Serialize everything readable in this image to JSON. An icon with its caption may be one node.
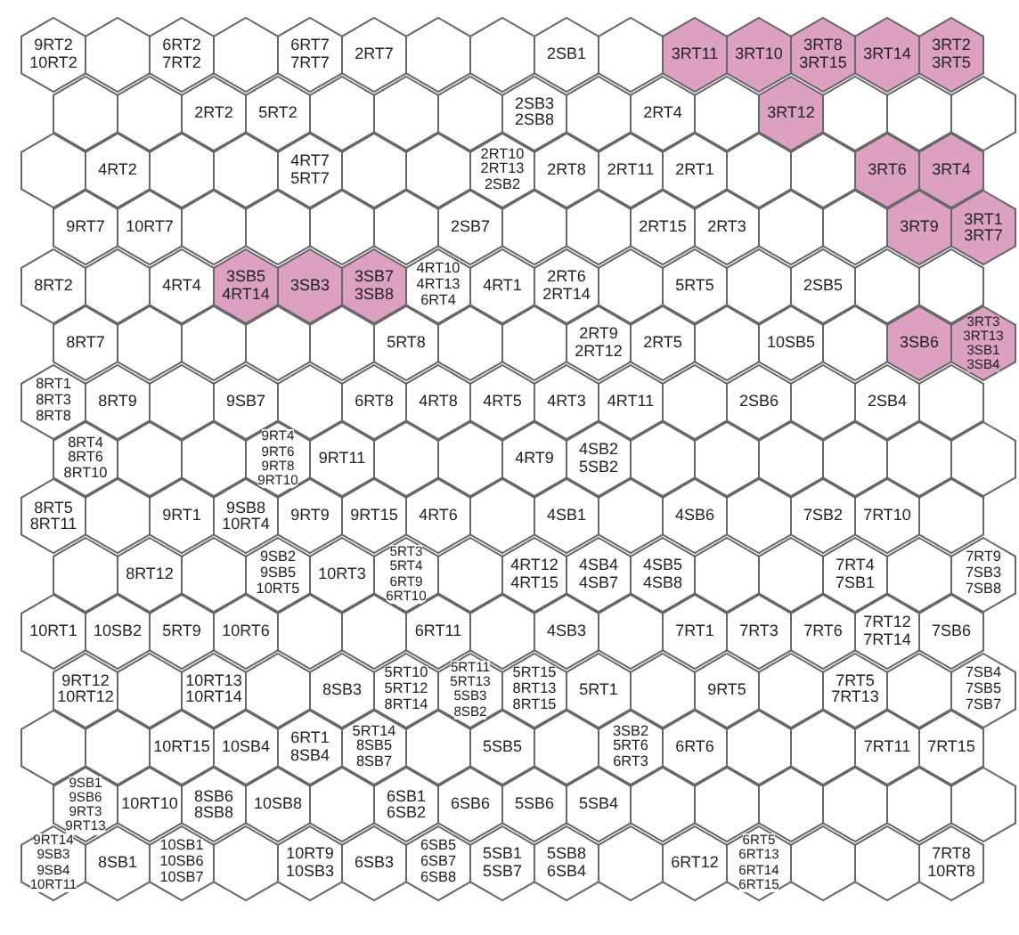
{
  "diagram": {
    "nodes": [
      {
        "text": [
          "9RT2",
          "10RT2"
        ]
      },
      {
        "text": [],
        "shape": "hexagon"
      },
      {
        "text": [
          "6RT2",
          "7RT2"
        ]
      },
      {
        "text": [],
        "shape": "hexagon"
      },
      {
        "text": [
          "6RT7",
          "7RT7"
        ]
      },
      {
        "text": [
          "2RT7"
        ]
      },
      {
        "text": [],
        "shape": "hexagon"
      },
      {
        "text": [],
        "shape": "hexagon"
      },
      {
        "text": [
          "2SB1"
        ]
      },
      {
        "text": [],
        "shape": "hexagon"
      },
      {
        "text": [
          "3RT11"
        ]
      },
      {
        "text": [
          "3RT10"
        ]
      },
      {
        "text": [
          "3RT8",
          "3RT15"
        ]
      },
      {
        "text": [
          "3RT14"
        ]
      },
      {
        "text": [
          "3RT2",
          "3RT5"
        ]
      },
      {
        "text": [],
        "shape": "hexagon"
      },
      {
        "text": [],
        "shape": "hexagon"
      },
      {
        "text": [
          "2RT2"
        ]
      },
      {
        "text": [
          "5RT2"
        ]
      },
      {
        "text": [],
        "shape": "hexagon"
      },
      {
        "text": [],
        "shape": "hexagon"
      },
      {
        "text": [],
        "shape": "hexagon"
      },
      {
        "text": [
          "2SB3",
          "2SB8"
        ]
      },
      {
        "text": [],
        "shape": "hexagon"
      },
      {
        "text": [
          "2RT4"
        ]
      },
      {
        "text": [],
        "shape": "hexagon"
      },
      {
        "text": [
          "3RT12"
        ]
      },
      {
        "text": [],
        "shape": "hexagon"
      },
      {
        "text": [],
        "shape": "hexagon"
      },
      {
        "text": [],
        "shape": "hexagon"
      },
      {
        "text": [],
        "shape": "hexagon"
      },
      {
        "text": [
          "4RT2"
        ]
      },
      {
        "text": [],
        "shape": "hexagon"
      },
      {
        "text": [],
        "shape": "hexagon"
      },
      {
        "text": [
          "4RT7",
          "5RT7"
        ]
      },
      {
        "text": [],
        "shape": "hexagon"
      },
      {
        "text": [],
        "shape": "hexagon"
      },
      {
        "text": [
          "2RT10",
          "2RT13",
          "2SB2"
        ]
      },
      {
        "text": [
          "2RT8"
        ]
      },
      {
        "text": [
          "2RT11"
        ]
      },
      {
        "text": [
          "2RT1"
        ]
      },
      {
        "text": [],
        "shape": "hexagon"
      },
      {
        "text": [],
        "shape": "hexagon"
      },
      {
        "text": [
          "3RT6"
        ]
      },
      {
        "text": [
          "3RT4"
        ]
      },
      {
        "text": [
          "9RT7"
        ]
      },
      {
        "text": [
          "10RT7"
        ]
      },
      {
        "text": [],
        "shape": "hexagon"
      },
      {
        "text": [],
        "shape": "hexagon"
      },
      {
        "text": [],
        "shape": "hexagon"
      },
      {
        "text": [],
        "shape": "hexagon"
      },
      {
        "text": [
          "2SB7"
        ]
      },
      {
        "text": [],
        "shape": "hexagon"
      },
      {
        "text": [],
        "shape": "hexagon"
      },
      {
        "text": [
          "2RT15"
        ]
      },
      {
        "text": [
          "2RT3"
        ]
      },
      {
        "text": [],
        "shape": "hexagon"
      },
      {
        "text": [],
        "shape": "hexagon"
      },
      {
        "text": [
          "3RT9"
        ]
      },
      {
        "text": [
          "3RT1",
          "3RT7"
        ]
      },
      {
        "text": [
          "8RT2"
        ]
      },
      {
        "text": [],
        "shape": "hexagon"
      },
      {
        "text": [
          "4RT4"
        ]
      },
      {
        "text": [
          "3SB5",
          "4RT14"
        ]
      },
      {
        "text": [
          "3SB3"
        ]
      },
      {
        "text": [
          "3SB7",
          "3SB8"
        ]
      },
      {
        "text": [
          "4RT10",
          "4RT13",
          "6RT4"
        ]
      },
      {
        "text": [
          "4RT1"
        ]
      },
      {
        "text": [
          "2RT6",
          "2RT14"
        ]
      },
      {
        "text": [],
        "shape": "hexagon"
      },
      {
        "text": [
          "5RT5"
        ]
      },
      {
        "text": [],
        "shape": "hexagon"
      },
      {
        "text": [
          "2SB5"
        ]
      },
      {
        "text": [],
        "shape": "hexagon"
      },
      {
        "text": [],
        "shape": "hexagon"
      },
      {
        "text": [
          "8RT7"
        ]
      },
      {
        "text": [],
        "shape": "hexagon"
      },
      {
        "text": [],
        "shape": "hexagon"
      },
      {
        "text": [],
        "shape": "hexagon"
      },
      {
        "text": [],
        "shape": "hexagon"
      },
      {
        "text": [
          "5RT8"
        ]
      },
      {
        "text": [],
        "shape": "hexagon"
      },
      {
        "text": [],
        "shape": "hexagon"
      },
      {
        "text": [
          "2RT9",
          "2RT12"
        ]
      },
      {
        "text": [
          "2RT5"
        ]
      },
      {
        "text": [],
        "shape": "hexagon"
      },
      {
        "text": [
          "10SB5"
        ]
      },
      {
        "text": [],
        "shape": "hexagon"
      },
      {
        "text": [
          "3SB6"
        ]
      },
      {
        "text": [
          "3RT3",
          "3RT13",
          "3SB1",
          "3SB4"
        ]
      },
      {
        "text": [
          "8RT1",
          "8RT3",
          "8RT8"
        ]
      },
      {
        "text": [
          "8RT9"
        ]
      },
      {
        "text": [],
        "shape": "hexagon"
      },
      {
        "text": [
          "9SB7"
        ]
      },
      {
        "text": [],
        "shape": "hexagon"
      },
      {
        "text": [
          "6RT8"
        ]
      },
      {
        "text": [
          "4RT8"
        ]
      },
      {
        "text": [
          "4RT5"
        ]
      },
      {
        "text": [
          "4RT3"
        ]
      },
      {
        "text": [
          "4RT11"
        ]
      },
      {
        "text": [],
        "shape": "hexagon"
      },
      {
        "text": [
          "2SB6"
        ]
      },
      {
        "text": [],
        "shape": "hexagon"
      },
      {
        "text": [
          "2SB4"
        ]
      },
      {
        "text": [],
        "shape": "hexagon"
      },
      {
        "text": [
          "8RT4",
          "8RT6",
          "8RT10"
        ]
      },
      {
        "text": [],
        "shape": "hexagon"
      },
      {
        "text": [],
        "shape": "hexagon"
      },
      {
        "text": [
          "9RT4",
          "9RT6",
          "9RT8",
          "9RT10"
        ]
      },
      {
        "text": [
          "9RT11"
        ]
      },
      {
        "text": [],
        "shape": "hexagon"
      },
      {
        "text": [],
        "shape": "hexagon"
      },
      {
        "text": [
          "4RT9"
        ]
      },
      {
        "text": [
          "4SB2",
          "5SB2"
        ]
      },
      {
        "text": [],
        "shape": "hexagon"
      },
      {
        "text": [],
        "shape": "hexagon"
      },
      {
        "text": [],
        "shape": "hexagon"
      },
      {
        "text": [],
        "shape": "hexagon"
      },
      {
        "text": [],
        "shape": "hexagon"
      },
      {
        "text": [],
        "shape": "hexagon"
      },
      {
        "text": [
          "8RT5",
          "8RT11"
        ]
      },
      {
        "text": [],
        "shape": "hexagon"
      },
      {
        "text": [
          "9RT1"
        ]
      },
      {
        "text": [
          "9SB8",
          "10RT4"
        ]
      },
      {
        "text": [
          "9RT9"
        ]
      },
      {
        "text": [
          "9RT15"
        ]
      },
      {
        "text": [
          "4RT6"
        ]
      },
      {
        "text": [],
        "shape": "hexagon"
      },
      {
        "text": [
          "4SB1"
        ]
      },
      {
        "text": [],
        "shape": "hexagon"
      },
      {
        "text": [
          "4SB6"
        ]
      },
      {
        "text": [],
        "shape": "hexagon"
      },
      {
        "text": [
          "7SB2"
        ]
      },
      {
        "text": [
          "7RT10"
        ]
      },
      {
        "text": [],
        "shape": "hexagon"
      },
      {
        "text": [],
        "shape": "hexagon"
      },
      {
        "text": [
          "8RT12"
        ]
      },
      {
        "text": [],
        "shape": "hexagon"
      },
      {
        "text": [
          "9SB2",
          "9SB5",
          "10RT5"
        ]
      },
      {
        "text": [
          "10RT3"
        ]
      },
      {
        "text": [
          "5RT3",
          "5RT4",
          "6RT9",
          "6RT10"
        ]
      },
      {
        "text": [],
        "shape": "hexagon"
      },
      {
        "text": [
          "4RT12",
          "4RT15"
        ]
      },
      {
        "text": [
          "4SB4",
          "4SB7"
        ]
      },
      {
        "text": [
          "4SB5",
          "4SB8"
        ]
      },
      {
        "text": [],
        "shape": "hexagon"
      },
      {
        "text": [],
        "shape": "hexagon"
      },
      {
        "text": [
          "7RT4",
          "7SB1"
        ]
      },
      {
        "text": [],
        "shape": "hexagon"
      },
      {
        "text": [
          "7RT9",
          "7SB3",
          "7SB8"
        ]
      },
      {
        "text": [
          "10RT1"
        ]
      },
      {
        "text": [
          "10SB2"
        ]
      },
      {
        "text": [
          "5RT9"
        ]
      },
      {
        "text": [
          "10RT6"
        ]
      },
      {
        "text": [],
        "shape": "hexagon"
      },
      {
        "text": [],
        "shape": "hexagon"
      },
      {
        "text": [
          "6RT11"
        ]
      },
      {
        "text": [],
        "shape": "hexagon"
      },
      {
        "text": [
          "4SB3"
        ]
      },
      {
        "text": [],
        "shape": "hexagon"
      },
      {
        "text": [
          "7RT1"
        ]
      },
      {
        "text": [
          "7RT3"
        ]
      },
      {
        "text": [
          "7RT6"
        ]
      },
      {
        "text": [
          "7RT12",
          "7RT14"
        ]
      },
      {
        "text": [
          "7SB6"
        ]
      },
      {
        "text": [
          "9RT12",
          "10RT12"
        ]
      },
      {
        "text": [],
        "shape": "hexagon"
      },
      {
        "text": [
          "10RT13",
          "10RT14"
        ]
      },
      {
        "text": [],
        "shape": "hexagon"
      },
      {
        "text": [
          "8SB3"
        ]
      },
      {
        "text": [
          "5RT10",
          "5RT12",
          "8RT14"
        ]
      },
      {
        "text": [
          "5RT11",
          "5RT13",
          "5SB3",
          "8SB2"
        ]
      },
      {
        "text": [
          "5RT15",
          "8RT13",
          "8RT15"
        ]
      },
      {
        "text": [
          "5RT1"
        ]
      },
      {
        "text": [],
        "shape": "hexagon"
      },
      {
        "text": [
          "9RT5"
        ]
      },
      {
        "text": [],
        "shape": "hexagon"
      },
      {
        "text": [
          "7RT5",
          "7RT13"
        ]
      },
      {
        "text": [],
        "shape": "hexagon"
      },
      {
        "text": [
          "7SB4",
          "7SB5",
          "7SB7"
        ]
      },
      {
        "text": [],
        "shape": "hexagon"
      },
      {
        "text": [],
        "shape": "hexagon"
      },
      {
        "text": [
          "10RT15"
        ]
      },
      {
        "text": [
          "10SB4"
        ]
      },
      {
        "text": [
          "6RT1",
          "8SB4"
        ]
      },
      {
        "text": [
          "5RT14",
          "8SB5",
          "8SB7"
        ]
      },
      {
        "text": [],
        "shape": "hexagon"
      },
      {
        "text": [
          "5SB5"
        ]
      },
      {
        "text": [],
        "shape": "hexagon"
      },
      {
        "text": [
          "3SB2",
          "5RT6",
          "6RT3"
        ]
      },
      {
        "text": [
          "6RT6"
        ]
      },
      {
        "text": [],
        "shape": "hexagon"
      },
      {
        "text": [],
        "shape": "hexagon"
      },
      {
        "text": [
          "7RT11"
        ]
      },
      {
        "text": [
          "7RT15"
        ]
      },
      {
        "text": [
          "9SB1",
          "9SB6",
          "9RT3",
          "9RT13"
        ]
      },
      {
        "text": [
          "10RT10"
        ]
      },
      {
        "text": [
          "8SB6",
          "8SB8"
        ]
      },
      {
        "text": [
          "10SB8"
        ]
      },
      {
        "text": [],
        "shape": "hexagon"
      },
      {
        "text": [
          "6SB1",
          "6SB2"
        ]
      },
      {
        "text": [
          "6SB6"
        ]
      },
      {
        "text": [
          "5SB6"
        ]
      },
      {
        "text": [
          "5SB4"
        ]
      },
      {
        "text": [],
        "shape": "hexagon"
      },
      {
        "text": [],
        "shape": "hexagon"
      },
      {
        "text": [],
        "shape": "hexagon"
      },
      {
        "text": [],
        "shape": "hexagon"
      },
      {
        "text": [],
        "shape": "hexagon"
      },
      {
        "text": [],
        "shape": "hexagon"
      },
      {
        "text": [
          "9RT14",
          "9SB3",
          "9SB4",
          "10RT11"
        ]
      },
      {
        "text": [
          "8SB1"
        ]
      },
      {
        "text": [
          "10SB1",
          "10SB6",
          "10SB7"
        ]
      },
      {
        "text": [],
        "shape": "hexagon"
      },
      {
        "text": [
          "10RT9",
          "10SB3"
        ]
      },
      {
        "text": [
          "6SB3"
        ]
      },
      {
        "text": [
          "6SB5",
          "6SB7",
          "6SB8"
        ]
      },
      {
        "text": [
          "5SB1",
          "5SB7"
        ]
      },
      {
        "text": [
          "5SB8",
          "6SB4"
        ]
      },
      {
        "text": [],
        "shape": "hexagon"
      },
      {
        "text": [
          "6RT12"
        ]
      },
      {
        "text": [
          "6RT5",
          "6RT13",
          "6RT14",
          "6RT15"
        ]
      },
      {
        "text": [],
        "shape": "hexagon"
      },
      {
        "text": [],
        "shape": "hexagon"
      },
      {
        "text": [
          "7RT8",
          "10RT8"
        ]
      }
    ]
  }
}
